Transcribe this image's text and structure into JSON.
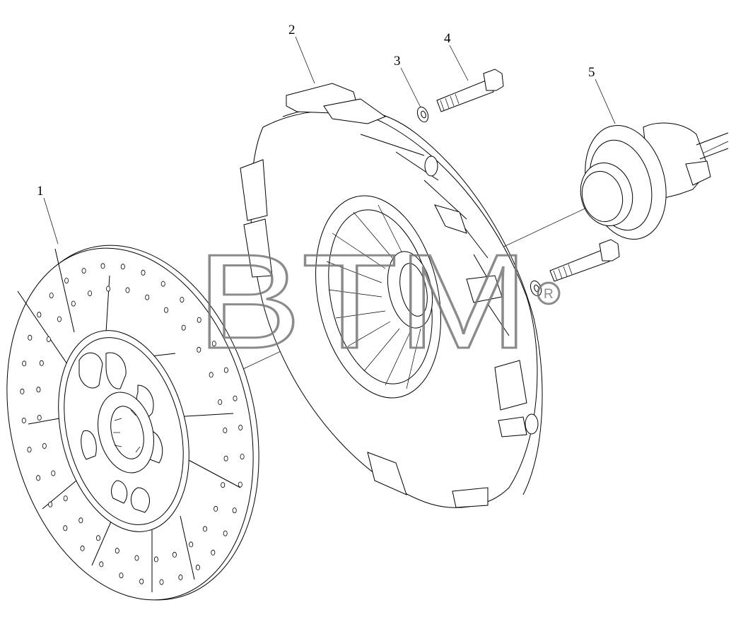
{
  "diagram": {
    "callouts": [
      {
        "id": "1",
        "label": "1"
      },
      {
        "id": "2",
        "label": "2"
      },
      {
        "id": "3",
        "label": "3"
      },
      {
        "id": "4",
        "label": "4"
      },
      {
        "id": "5",
        "label": "5"
      }
    ],
    "parts": [
      {
        "callout": "1",
        "icon": "clutch-disc"
      },
      {
        "callout": "2",
        "icon": "pressure-plate"
      },
      {
        "callout": "3",
        "icon": "washer"
      },
      {
        "callout": "4",
        "icon": "bolt"
      },
      {
        "callout": "5",
        "icon": "release-bearing"
      }
    ],
    "watermark": {
      "text": "BTM",
      "trademark": "R",
      "color": "#777777"
    }
  }
}
